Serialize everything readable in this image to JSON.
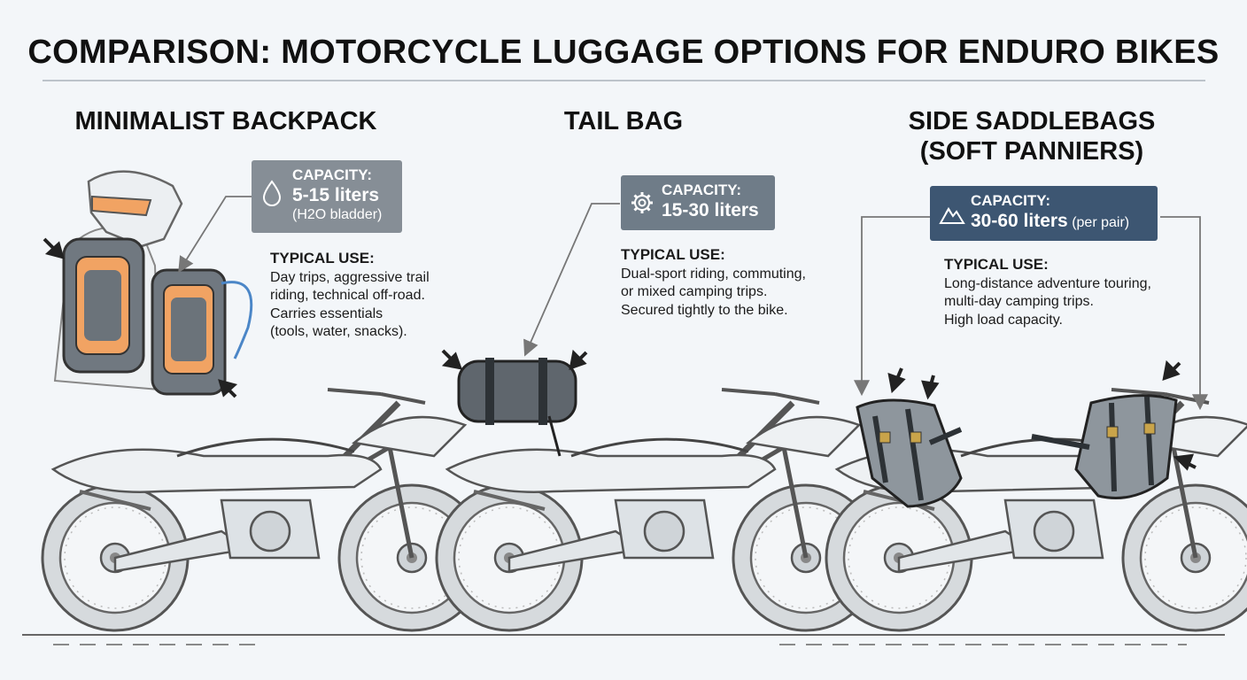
{
  "title": "COMPARISON: MOTORCYCLE LUGGAGE OPTIONS FOR ENDURO BIKES",
  "columns": [
    {
      "heading": [
        "MINIMALIST BACKPACK"
      ],
      "capacity_label": "CAPACITY:",
      "capacity_value": "5-15 liters",
      "capacity_note": "(H2O bladder)",
      "icon": "water-drop-icon",
      "color": "#868e96",
      "use_heading": "TYPICAL USE:",
      "use_lines": [
        "Day trips, aggressive trail",
        "riding, technical off-road.",
        "Carries essentials",
        "(tools, water, snacks)."
      ]
    },
    {
      "heading": [
        "TAIL BAG"
      ],
      "capacity_label": "CAPACITY:",
      "capacity_value": "15-30 liters",
      "capacity_note": "",
      "icon": "gear-icon",
      "color": "#6f7c88",
      "use_heading": "TYPICAL USE:",
      "use_lines": [
        "Dual-sport riding, commuting,",
        "or mixed camping trips.",
        "Secured tightly to the bike."
      ]
    },
    {
      "heading": [
        "SIDE SADDLEBAGS",
        "(SOFT PANNIERS)"
      ],
      "capacity_label": "CAPACITY:",
      "capacity_value": "30-60 liters",
      "capacity_note": "(per pair)",
      "icon": "mountain-icon",
      "color": "#3d5672",
      "use_heading": "TYPICAL USE:",
      "use_lines": [
        "Long-distance adventure touring,",
        "multi-day camping trips.",
        "High load capacity."
      ]
    }
  ]
}
